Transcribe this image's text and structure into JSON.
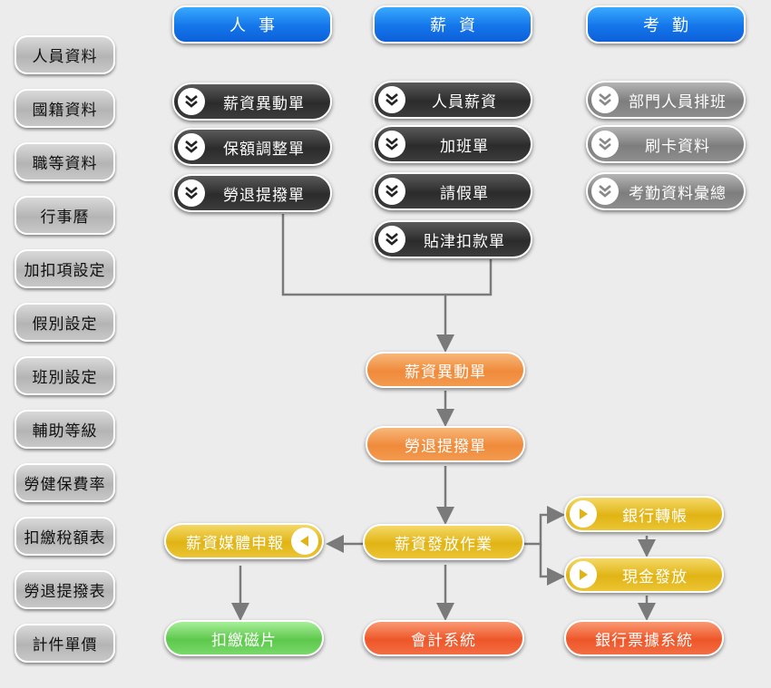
{
  "sidebar": {
    "items": [
      "人員資料",
      "國籍資料",
      "職等資料",
      "行事曆",
      "加扣項設定",
      "假別設定",
      "班別設定",
      "輔助等級",
      "勞健保費率",
      "扣繳稅額表",
      "勞退提撥表",
      "計件單價"
    ]
  },
  "headers": {
    "personnel": "人事",
    "salary": "薪資",
    "attendance": "考勤"
  },
  "personnel_items": [
    "薪資異動單",
    "保額調整單",
    "勞退提撥單"
  ],
  "salary_items": [
    "人員薪資",
    "加班單",
    "請假單",
    "貼津扣款單"
  ],
  "attendance_items": [
    "部門人員排班",
    "刷卡資料",
    "考勤資料彙總"
  ],
  "flow": {
    "salary_change": "薪資異動單",
    "pension": "勞退提撥單",
    "payroll": "薪資發放作業",
    "media_report": "薪資媒體申報",
    "withholding_disk": "扣繳磁片",
    "accounting": "會計系統",
    "bank_transfer": "銀行轉帳",
    "cash_payment": "現金發放",
    "bank_bill": "銀行票據系統"
  },
  "colors": {
    "header_blue": "#1475ea",
    "dark_pill": "#2b2b2b",
    "gray_pill": "#7d7d7d",
    "orange": "#ef8a3a",
    "yellow": "#e1b414",
    "green": "#5dc84c",
    "red": "#ee5628",
    "connector": "#7a7a7a"
  },
  "icons": {
    "menu_pill": "double-chevron-down-icon",
    "bank_transfer": "play-icon",
    "cash_payment": "play-icon",
    "media_report": "back-arrow-icon"
  }
}
